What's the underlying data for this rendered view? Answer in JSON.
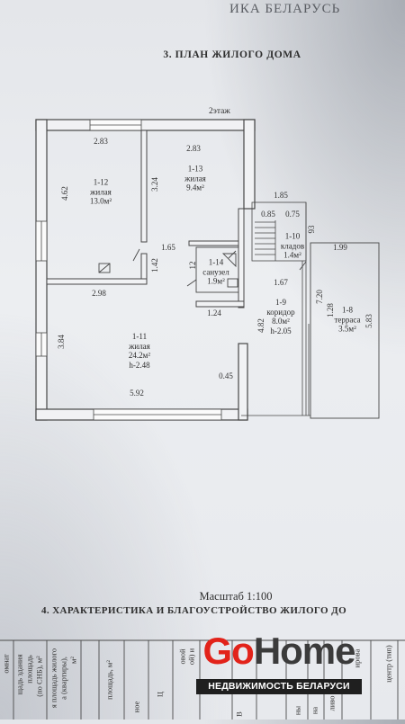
{
  "header": {
    "org_fragment": "ИКА БЕЛАРУСЬ",
    "section_title": "3. ПЛАН ЖИЛОГО ДОМА"
  },
  "plan": {
    "floor_label": "2этаж",
    "rooms": [
      {
        "id": "1-12",
        "type": "жилая",
        "area": "13.0м²"
      },
      {
        "id": "1-13",
        "type": "жилая",
        "area": "9.4м²"
      },
      {
        "id": "1-10",
        "type": "кладов",
        "area": "1.4м²"
      },
      {
        "id": "1-14",
        "type": "санузел",
        "area": "1.9м²"
      },
      {
        "id": "1-9",
        "type": "коридор",
        "area": "8.0м²",
        "height": "h-2.05"
      },
      {
        "id": "1-8",
        "type": "терраса",
        "area": "3.5м²"
      },
      {
        "id": "1-11",
        "type": "жилая",
        "area": "24.2м²",
        "height": "h-2.48"
      }
    ],
    "dimensions": [
      "2.83",
      "2.83",
      "4.62",
      "3.24",
      "1.85",
      "0.85",
      "0.75",
      "93",
      "1.99",
      "1.65",
      "1.42",
      "12",
      "1.67",
      "2.98",
      "7.20",
      "1.28",
      "5.83",
      "1.24",
      "4.82",
      "3.84",
      "0.45",
      "5.92"
    ]
  },
  "scale": "Масштаб 1:100",
  "section4_title": "4. ХАРАКТЕРИСТИКА И БЛАГОУСТРОЙСТВО ЖИЛОГО ДО",
  "table": {
    "header_fragments": [
      "омнат",
      "щадь здания",
      "площадь",
      "(по СНБ), м²",
      "я площадь жилого",
      "а (квартиры),",
      "м²",
      "площадь, м²",
      "ное",
      "Ц",
      "овой",
      "ой) и",
      "В",
      "ны",
      "на",
      "ливо",
      "ирова",
      "центр (тип)"
    ]
  },
  "watermark": {
    "brand_go": "Go",
    "brand_home": "Home",
    "tagline": "НЕДВИЖИМОСТЬ БЕЛАРУСИ",
    "colors": {
      "go": "#e2231a",
      "home": "#3b3b3b",
      "bar": "#1f1f1f"
    }
  }
}
